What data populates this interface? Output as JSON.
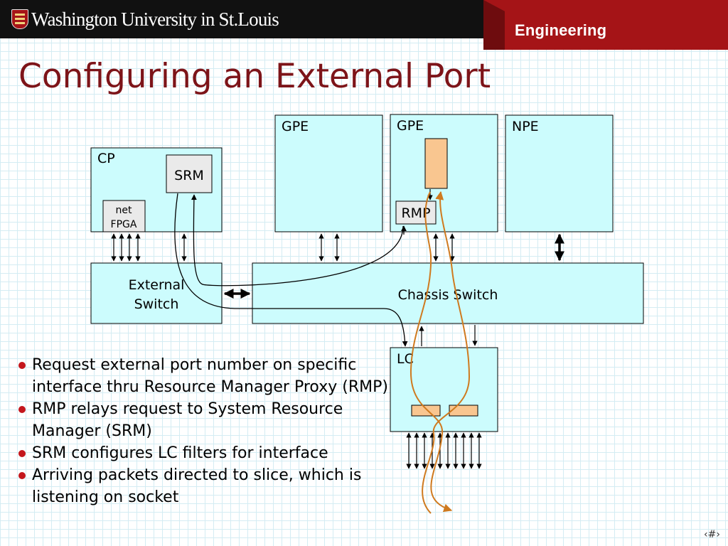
{
  "header": {
    "university": "Washington University in St.Louis",
    "department": "Engineering"
  },
  "title": "Configuring an External Port",
  "diagram": {
    "blocks": {
      "cp": "CP",
      "srm": "SRM",
      "net_fpga_line1": "net",
      "net_fpga_line2": "FPGA",
      "gpe1": "GPE",
      "gpe2": "GPE",
      "rmp": "RMP",
      "npe": "NPE",
      "external_switch_line1": "External",
      "external_switch_line2": "Switch",
      "chassis_switch": "Chassis Switch",
      "lc": "LC"
    },
    "colors": {
      "block_fill": "#ccfcfd",
      "component_fill": "#eaeaea",
      "filter_fill": "#f9c690",
      "path_orange": "#cf7a1f"
    }
  },
  "bullets": [
    "Request external port number on specific interface thru Resource Manager Proxy (RMP)",
    "RMP relays request to System Resource Manager (SRM)",
    "SRM configures LC filters for interface",
    "Arriving packets directed to slice, which is listening on socket"
  ],
  "slide_number": "‹#›"
}
